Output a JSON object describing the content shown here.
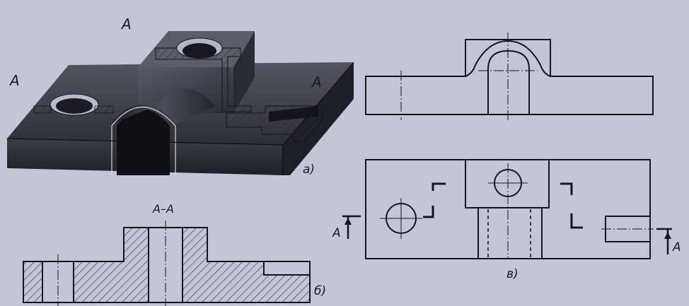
{
  "labels": {
    "section_mark_a": "A",
    "panel_a": "а)",
    "panel_b": "б)",
    "panel_v": "в)",
    "section_title": "А–А"
  },
  "colors": {
    "background": "#c4c6d6",
    "ink": "#15151c",
    "hatch": "#2a2a33",
    "body_dark": "#2b2b35",
    "body_mid": "#4a4a56",
    "cut_face": "#d8d9e4"
  }
}
